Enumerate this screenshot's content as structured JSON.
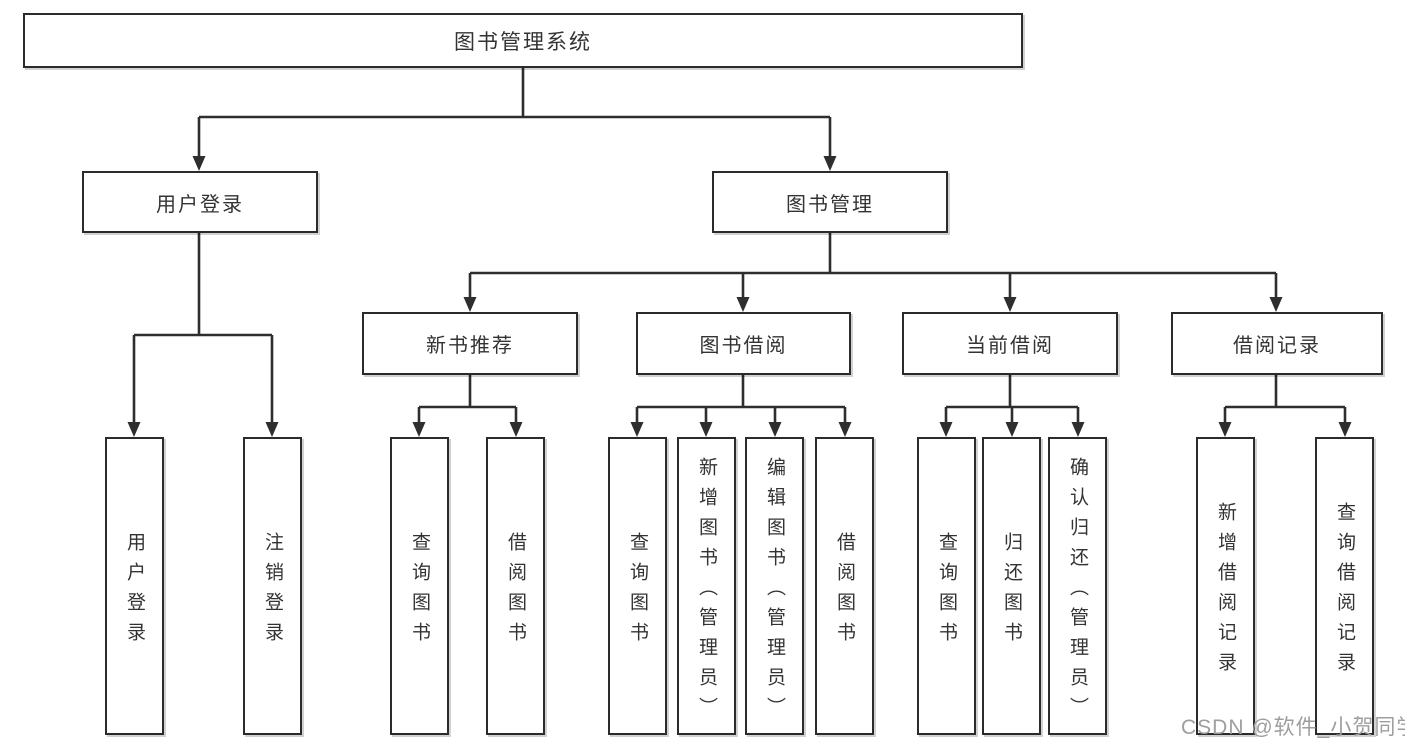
{
  "diagram": {
    "title": "图书管理系统",
    "colors": {
      "line": "#2e2e2e",
      "box_border": "#2b2b2b",
      "text": "#333333",
      "watermark": "#9e9e9e",
      "background": "#ffffff"
    },
    "tree": {
      "root": {
        "label": "图书管理系统"
      },
      "branches": [
        {
          "label": "用户登录",
          "leaves": [
            {
              "label": "用户登录"
            },
            {
              "label": "注销登录"
            }
          ]
        },
        {
          "label": "图书管理",
          "groups": [
            {
              "label": "新书推荐",
              "leaves": [
                {
                  "label": "查询图书"
                },
                {
                  "label": "借阅图书"
                }
              ]
            },
            {
              "label": "图书借阅",
              "leaves": [
                {
                  "label": "查询图书"
                },
                {
                  "label": "新增图书（管理员）"
                },
                {
                  "label": "编辑图书（管理员）"
                },
                {
                  "label": "借阅图书"
                }
              ]
            },
            {
              "label": "当前借阅",
              "leaves": [
                {
                  "label": "查询图书"
                },
                {
                  "label": "归还图书"
                },
                {
                  "label": "确认归还（管理员）"
                }
              ]
            },
            {
              "label": "借阅记录",
              "leaves": [
                {
                  "label": "新增借阅记录"
                },
                {
                  "label": "查询借阅记录"
                }
              ]
            }
          ]
        }
      ]
    },
    "watermark": {
      "text": "CSDN @软件_小贺同学"
    }
  }
}
